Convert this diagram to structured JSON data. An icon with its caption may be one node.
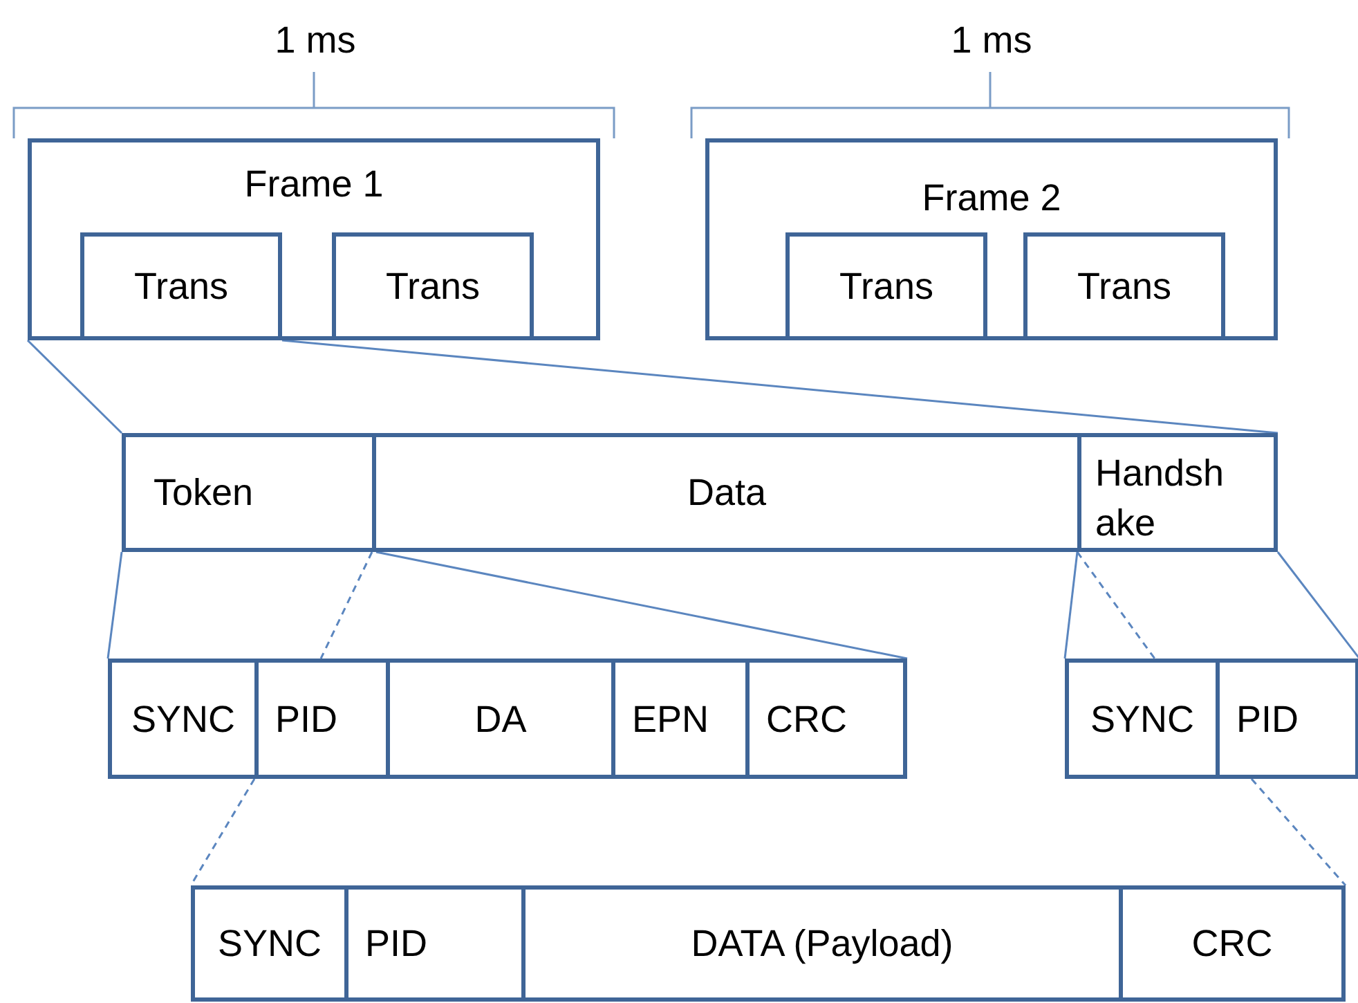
{
  "diagram": {
    "nodes": [
      {
        "text": [
          "Frame 1"
        ]
      },
      {
        "text": [
          "Trans"
        ],
        "in": 0
      },
      {
        "text": [
          "Trans"
        ],
        "in": 0
      },
      {
        "text": [
          "Frame 2"
        ]
      },
      {
        "text": [
          "Trans"
        ],
        "in": 3
      },
      {
        "text": [
          "Trans"
        ],
        "in": 3
      },
      {
        "text": [
          "Token"
        ]
      },
      {
        "text": [
          "Data"
        ]
      },
      {
        "text": [
          "Handsh ake"
        ]
      },
      {
        "text": [
          "SYNC"
        ]
      },
      {
        "text": [
          "PID"
        ]
      },
      {
        "text": [
          "DA"
        ]
      },
      {
        "text": [
          "EPN"
        ]
      },
      {
        "text": [
          "CRC"
        ]
      },
      {
        "text": [
          "SYNC"
        ]
      },
      {
        "text": [
          "PID"
        ]
      },
      {
        "text": [
          "SYNC"
        ]
      },
      {
        "text": [
          "PID"
        ]
      },
      {
        "text": [
          "DATA (Payload)"
        ]
      },
      {
        "text": [
          "CRC"
        ]
      }
    ],
    "edges": [
      {
        "from": 0,
        "to": 6,
        "arrow": "none"
      },
      {
        "from": 1,
        "to": 8,
        "arrow": "none"
      },
      {
        "from": 6,
        "to": 9,
        "arrow": "none"
      },
      {
        "from": 7,
        "to": 10,
        "arrow": "none",
        "style": "dashed"
      },
      {
        "from": 6,
        "to": 13,
        "arrow": "none"
      },
      {
        "from": 8,
        "to": 14,
        "arrow": "none"
      },
      {
        "from": 8,
        "to": 14,
        "arrow": "none",
        "style": "dashed"
      },
      {
        "from": 8,
        "to": 15,
        "arrow": "none"
      },
      {
        "from": 10,
        "to": 16,
        "arrow": "none",
        "style": "dashed"
      },
      {
        "from": 15,
        "to": 19,
        "arrow": "none",
        "style": "dashed"
      }
    ],
    "labels": [
      "1 ms",
      "1 ms"
    ]
  }
}
